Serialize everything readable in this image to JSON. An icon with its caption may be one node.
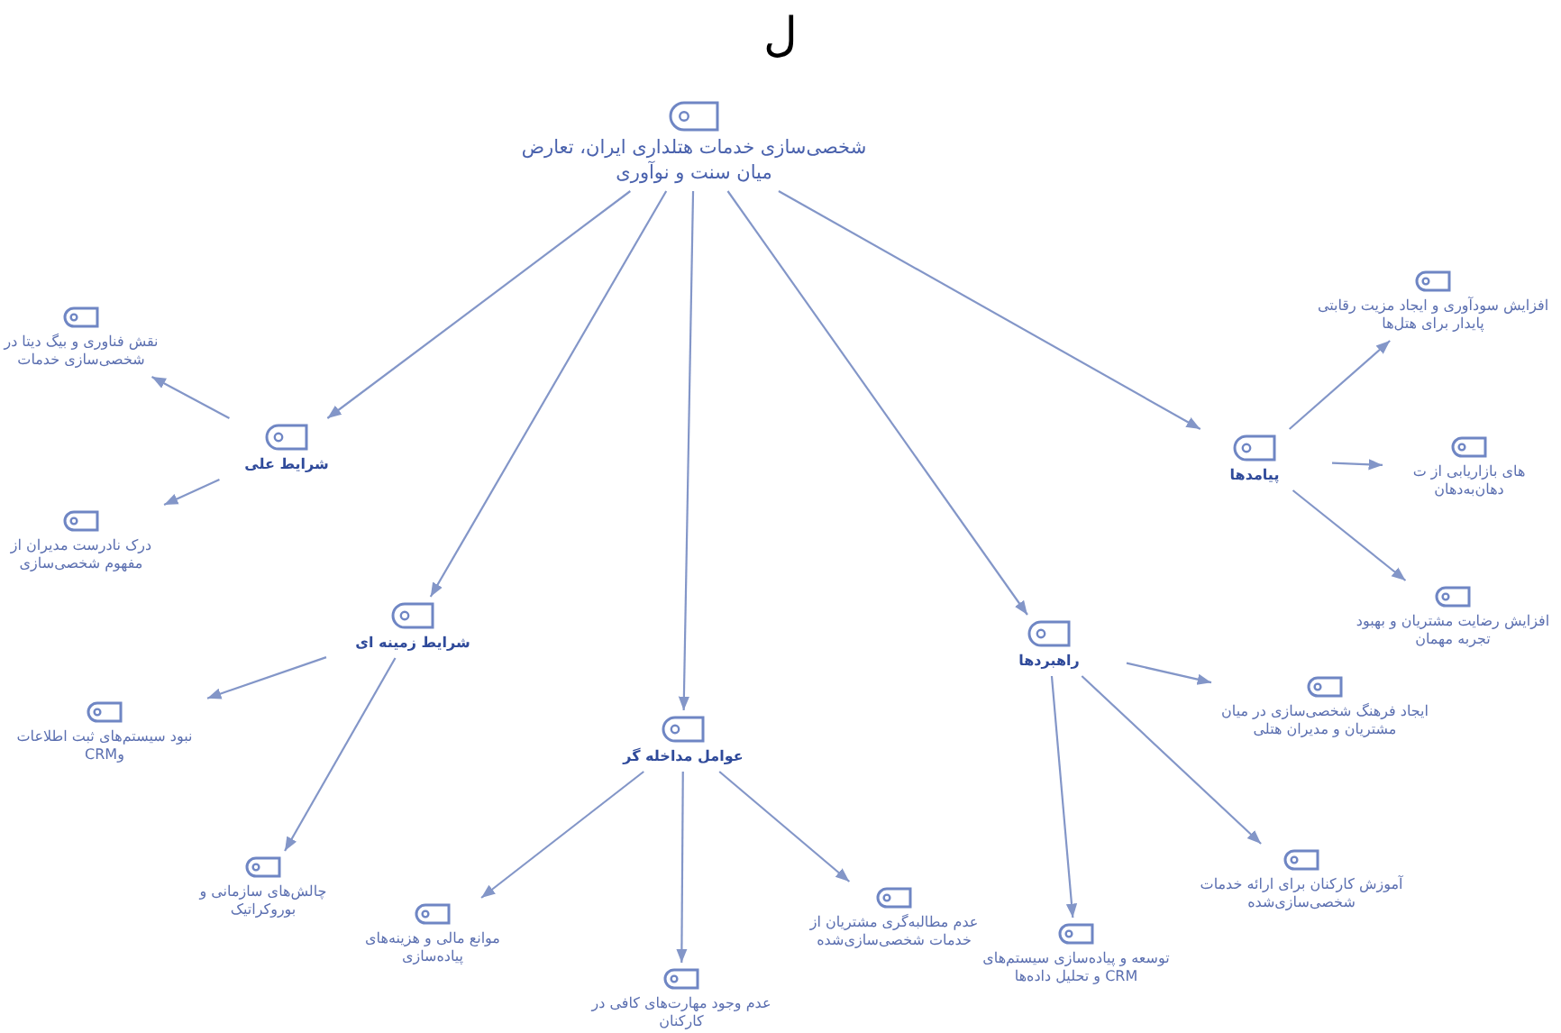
{
  "diagram": {
    "title": "ل",
    "nodes": [
      {
        "text": [
          "شخصی‌سازی خدمات هتلداری ایران، تعارض میان سنت و نوآوری"
        ]
      },
      {
        "text": [
          "شرایط علی"
        ]
      },
      {
        "text": [
          "نقش فناوری و بیگ دیتا در شخصی‌سازی خدمات"
        ]
      },
      {
        "text": [
          "درک نادرست مدیران از مفهوم شخصی‌سازی"
        ]
      },
      {
        "text": [
          "شرایط زمینه ای"
        ]
      },
      {
        "text": [
          "نبود سیستم‌های ثبت اطلاعات وCRM"
        ]
      },
      {
        "text": [
          "چالش‌های سازمانی و بوروکراتیک"
        ]
      },
      {
        "text": [
          "عوامل مداخله گر"
        ]
      },
      {
        "text": [
          "موانع مالی و هزینه‌های پیاده‌سازی"
        ]
      },
      {
        "text": [
          "عدم وجود مهارت‌های کافی در کارکنان"
        ]
      },
      {
        "text": [
          "عدم مطالبه‌گری مشتریان از خدمات شخصی‌سازی‌شده"
        ]
      },
      {
        "text": [
          "راهبردها"
        ]
      },
      {
        "text": [
          "ایجاد فرهنگ شخصی‌سازی در میان مشتریان و مدیران هتلی"
        ]
      },
      {
        "text": [
          "آموزش کارکنان برای ارائه خدمات شخصی‌سازی‌شده"
        ]
      },
      {
        "text": [
          "توسعه و پیاده‌سازی سیستم‌های CRM و تحلیل داده‌ها"
        ]
      },
      {
        "text": [
          "پیامدها"
        ]
      },
      {
        "text": [
          "افزایش سودآوری و ایجاد مزیت رقابتی پایدار برای هتل‌ها"
        ]
      },
      {
        "text": [
          "های بازاریابی از ت دهان‌به‌دهان"
        ]
      },
      {
        "text": [
          "افزایش رضایت مشتریان و بهبود تجربه مهمان"
        ]
      }
    ],
    "edges": [
      {
        "from": 0,
        "to": 1,
        "arrow": "to"
      },
      {
        "from": 0,
        "to": 4,
        "arrow": "to"
      },
      {
        "from": 0,
        "to": 7,
        "arrow": "to"
      },
      {
        "from": 0,
        "to": 11,
        "arrow": "to"
      },
      {
        "from": 0,
        "to": 15,
        "arrow": "to"
      },
      {
        "from": 1,
        "to": 2,
        "arrow": "to"
      },
      {
        "from": 1,
        "to": 3,
        "arrow": "to"
      },
      {
        "from": 4,
        "to": 5,
        "arrow": "to"
      },
      {
        "from": 4,
        "to": 6,
        "arrow": "to"
      },
      {
        "from": 7,
        "to": 8,
        "arrow": "to"
      },
      {
        "from": 7,
        "to": 9,
        "arrow": "to"
      },
      {
        "from": 7,
        "to": 10,
        "arrow": "to"
      },
      {
        "from": 11,
        "to": 12,
        "arrow": "to"
      },
      {
        "from": 11,
        "to": 13,
        "arrow": "to"
      },
      {
        "from": 11,
        "to": 14,
        "arrow": "to"
      },
      {
        "from": 15,
        "to": 16,
        "arrow": "to"
      },
      {
        "from": 15,
        "to": 17,
        "arrow": "to"
      },
      {
        "from": 15,
        "to": 18,
        "arrow": "to"
      }
    ]
  }
}
